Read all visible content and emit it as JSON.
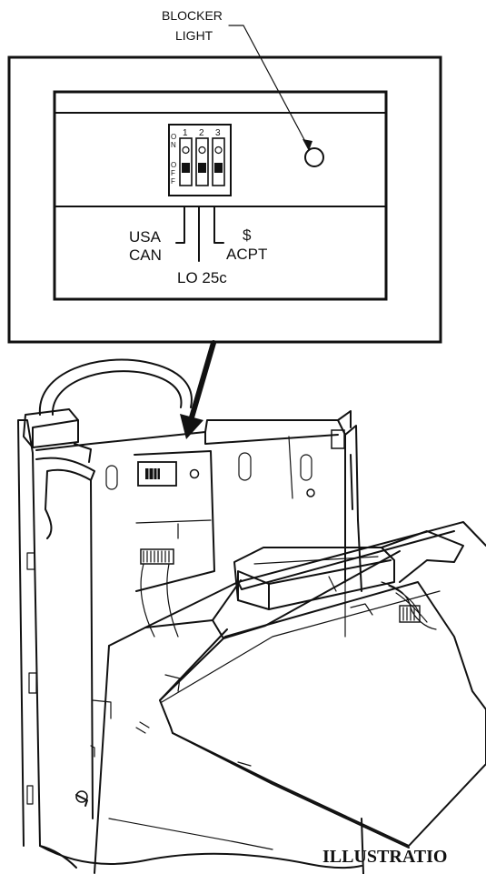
{
  "callout": {
    "blocker_line1": "BLOCKER",
    "blocker_line2": "LIGHT"
  },
  "dip_switch": {
    "positions": [
      "1",
      "2",
      "3"
    ],
    "on_label": [
      "O",
      "N"
    ],
    "off_label": [
      "O",
      "F",
      "F"
    ]
  },
  "switch_labels": {
    "usa": "USA",
    "can": "CAN",
    "dollar": "$",
    "acpt": "ACPT",
    "lo25": "LO 25c"
  },
  "caption": "ILLUSTRATIO"
}
